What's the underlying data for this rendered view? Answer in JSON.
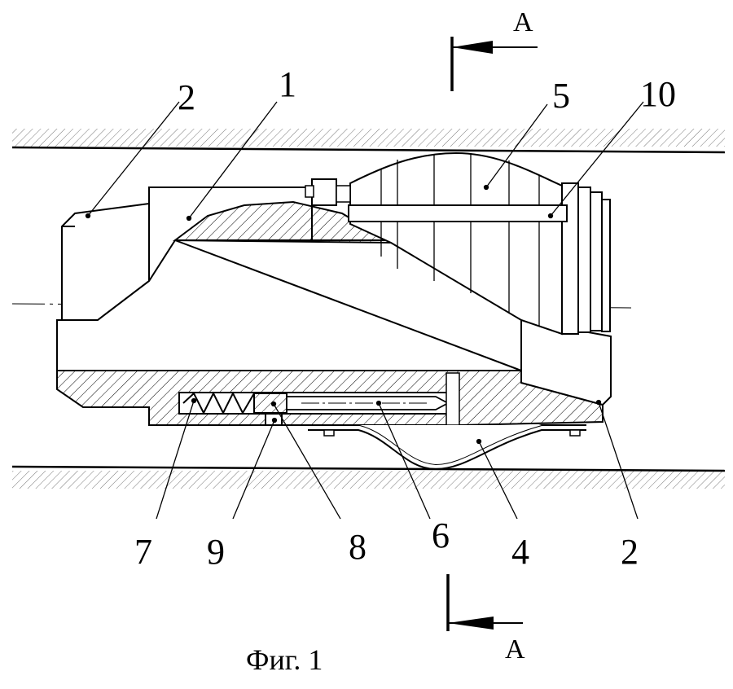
{
  "figure": {
    "caption": "Фиг. 1",
    "section_mark": {
      "top_label": "А",
      "bottom_label": "А"
    },
    "reference_labels": {
      "r2_top_left": "2",
      "r1": "1",
      "r5": "5",
      "r10": "10",
      "r7": "7",
      "r9": "9",
      "r8": "8",
      "r6": "6",
      "r4": "4",
      "r2_bottom_right": "2"
    }
  }
}
